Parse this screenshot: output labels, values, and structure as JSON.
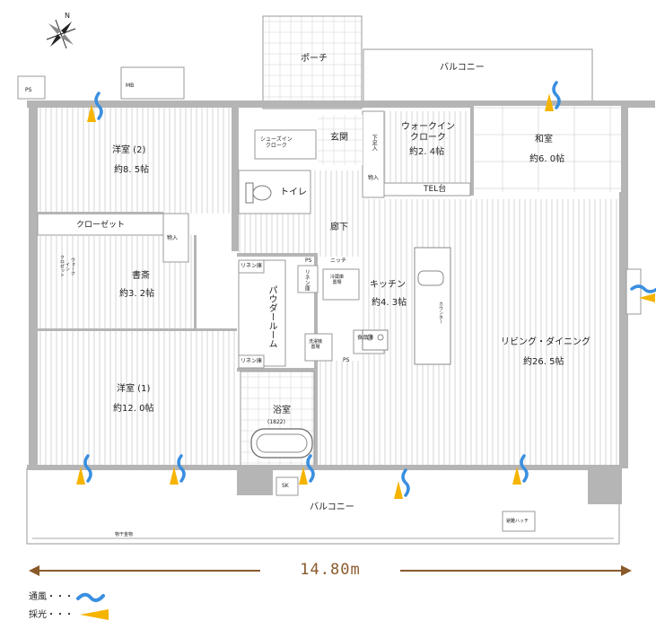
{
  "rooms": {
    "western2": {
      "name": "洋室 (2)",
      "size": "約8. 5帖"
    },
    "western1": {
      "name": "洋室 (1)",
      "size": "約12. 0帖"
    },
    "study": {
      "name": "書斎",
      "size": "約3. 2帖"
    },
    "japanese": {
      "name": "和室",
      "size": "約6. 0帖"
    },
    "walkin": {
      "name": "ウォークイン\nクローク",
      "size": "約2. 4帖"
    },
    "kitchen": {
      "name": "キッチン",
      "size": "約4. 3帖"
    },
    "living": {
      "name": "リビング・ダイニング",
      "size": "約26. 5帖"
    },
    "bath": {
      "name": "浴室",
      "size": "(1822)"
    }
  },
  "labels": {
    "porch": "ポーチ",
    "balcony_top": "バルコニー",
    "balcony_bottom": "バルコニー",
    "shoes_closet": "シューズイン\nクローク",
    "entrance": "玄関",
    "toilet": "トイレ",
    "closet": "クローゼット",
    "storage1": "物入",
    "storage2": "物入",
    "footwear": "下足入",
    "hallway": "廊下",
    "niche": "ニッチ",
    "linen1": "リネン庫",
    "linen2": "リネン庫",
    "linen3": "リネン庫",
    "powder_room": "パウダールーム",
    "fridge": "冷蔵庫\n置場",
    "pantry": "食品庫",
    "washer": "洗濯機\n置場",
    "counter": "カウンター",
    "tel": "TEL台",
    "walkin_closet_small": "ウォーク\nイン\nクロゼット",
    "ps1": "PS",
    "ps2": "PS",
    "ps3": "PS",
    "mb": "MB",
    "sk": "SK",
    "hatch": "避難ハッチ",
    "drying": "物干金物"
  },
  "dimension": "14.80m",
  "legend": {
    "ventilation": "通風・・・",
    "lighting": "採光・・・"
  },
  "colors": {
    "ventilation": "#3a8fe0",
    "lighting": "#f5b400",
    "wall": "#b5b5b5",
    "floor_line": "#d5d5d5",
    "dimension": "#8a5a2b"
  }
}
